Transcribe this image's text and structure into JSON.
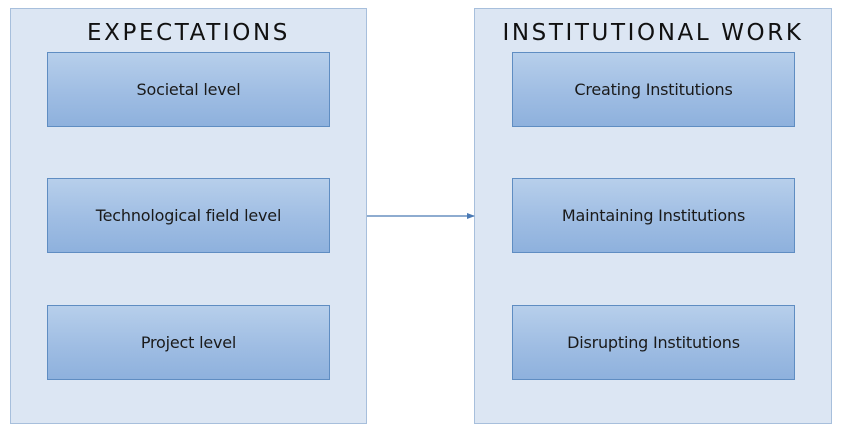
{
  "left_panel": {
    "title": "EXPECTATIONS",
    "items": [
      "Societal level",
      "Technological field level",
      "Project level"
    ]
  },
  "right_panel": {
    "title": "INSTITUTIONAL WORK",
    "items": [
      "Creating Institutions",
      "Maintaining Institutions",
      "Disrupting Institutions"
    ]
  },
  "colors": {
    "panel_fill": "#dce6f3",
    "box_fill": "#a6c2e6",
    "box_border": "#5f8dc2",
    "arrow": "#4a7ab5"
  }
}
